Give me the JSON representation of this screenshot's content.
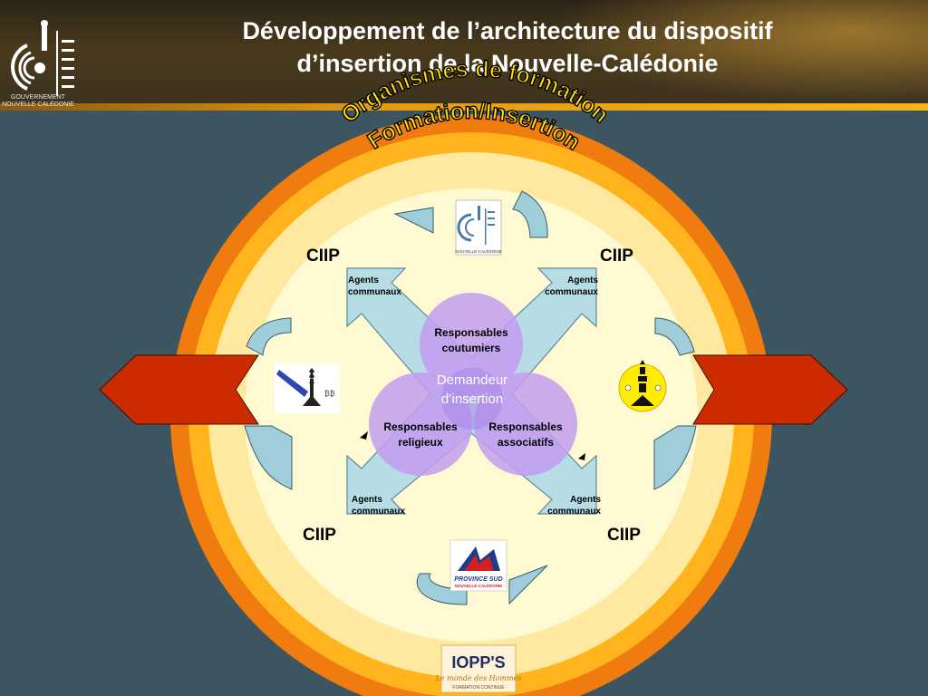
{
  "title": {
    "line1": "Développement de l’architecture du dispositif",
    "line2": "d’insertion de la Nouvelle-Calédonie"
  },
  "header_logo": {
    "icon": "nouvelle-caledonie-emblem",
    "line1": "GOUVERNEMENT",
    "line2": "NOUVELLE CALÉDONIE"
  },
  "arc_text": {
    "outer": "Organismes de formation",
    "inner": "Formation/Insertion"
  },
  "ciip_labels": [
    "CIIP",
    "CIIP",
    "CIIP",
    "CIIP"
  ],
  "agents": {
    "line1": "Agents",
    "line2": "communaux"
  },
  "center": {
    "top": {
      "line1": "Responsables",
      "line2": "coutumiers"
    },
    "left": {
      "line1": "Responsables",
      "line2": "religieux"
    },
    "right": {
      "line1": "Responsables",
      "line2": "associatifs"
    },
    "core": {
      "line1": "Demandeur",
      "line2": "d’insertion"
    }
  },
  "logos": {
    "top": {
      "icon": "nouvelle-caledonie-emblem",
      "caption": "NOUVELLE-CALÉDONIE"
    },
    "bottom": {
      "icon": "province-sud-logo",
      "line1": "PROVINCE SUD",
      "line2": "NOUVELLE-CALÉDONIE"
    },
    "left": {
      "icon": "province-nord-logo"
    },
    "right": {
      "icon": "province-iles-logo"
    },
    "footer": {
      "icon": "iopps-logo",
      "name": "IOPP'S",
      "tagline": "Le monde des Hommes",
      "subtitle": "FORMATION CONTINUE"
    }
  },
  "colors": {
    "ring_outer": "#f07c10",
    "ring_mid": "#ffb41e",
    "ring_inner": "#ffe9a0",
    "center_fill": "#fffad2",
    "cross": "#b6dde6",
    "circle_purple": "#c39cf0",
    "side_arrow": "#cc2a00"
  }
}
